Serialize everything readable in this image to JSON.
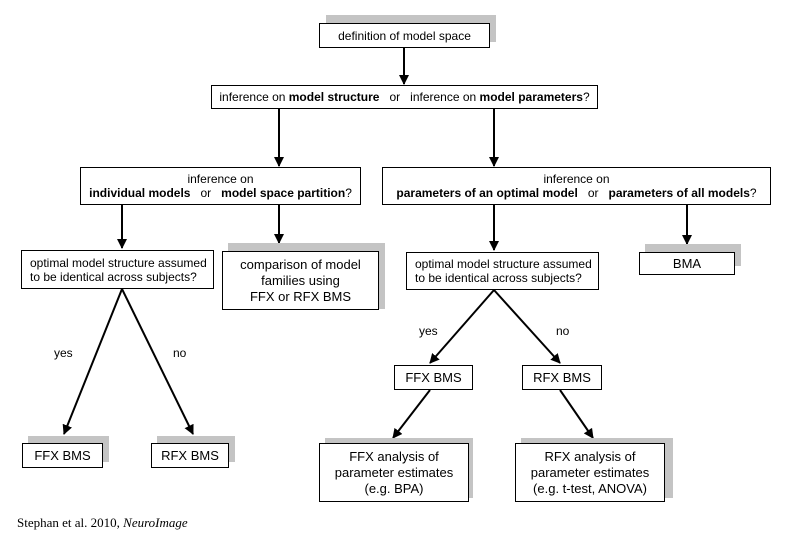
{
  "nodes": {
    "model_space": "definition of model space",
    "inference_top": {
      "a": "inference on ",
      "b": "model structure",
      "c": "or",
      "d": "inference on ",
      "e": "model parameters",
      "f": "?"
    },
    "inference_left": {
      "line1": "inference on",
      "a": "individual models",
      "b": "or",
      "c": "model space partition",
      "d": "?"
    },
    "inference_right": {
      "line1": "inference on",
      "a": "parameters of an optimal model",
      "b": "or",
      "c": "parameters of all models",
      "d": "?"
    },
    "identical_left": {
      "line1": "optimal model structure assumed",
      "line2": "to be identical across subjects?"
    },
    "families": {
      "line1": "comparison of model",
      "line2": "families using",
      "line3": "FFX or RFX BMS"
    },
    "identical_right": {
      "line1": "optimal model structure assumed",
      "line2": "to be identical across subjects?"
    },
    "bma": "BMA",
    "ffx_bms_left": "FFX BMS",
    "rfx_bms_left": "RFX BMS",
    "ffx_bms_right": "FFX BMS",
    "rfx_bms_right": "RFX BMS",
    "ffx_analysis": {
      "line1": "FFX analysis of",
      "line2": "parameter estimates",
      "line3": "(e.g. BPA)"
    },
    "rfx_analysis": {
      "line1": "RFX analysis of",
      "line2": "parameter estimates",
      "line3": "(e.g. t-test, ANOVA)"
    }
  },
  "edge_labels": {
    "yes_left": "yes",
    "no_left": "no",
    "yes_right": "yes",
    "no_right": "no"
  },
  "citation": {
    "authors": "Stephan et al. 2010, ",
    "journal": "NeuroImage"
  },
  "colors": {
    "line": "#000000",
    "shadow": "#c4c4c4",
    "background": "#ffffff"
  }
}
